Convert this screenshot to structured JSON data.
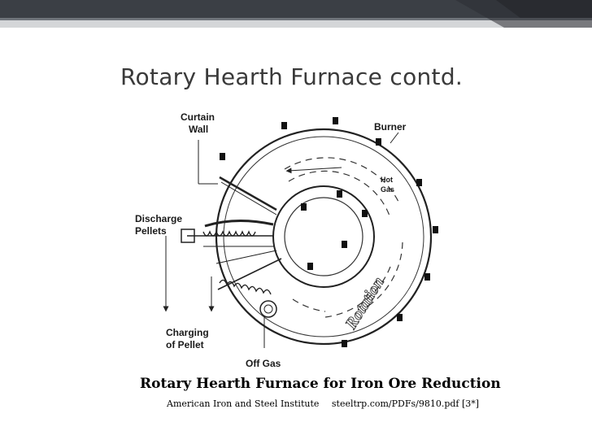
{
  "slide": {
    "title": "Rotary Hearth Furnace contd."
  },
  "figure": {
    "labels": {
      "curtain_wall_line1": "Curtain",
      "curtain_wall_line2": "Wall",
      "burner": "Burner",
      "hot_gas_line1": "Hot",
      "hot_gas_line2": "Gas",
      "discharge_line1": "Discharge",
      "discharge_line2": "Pellets",
      "charging_line1": "Charging",
      "charging_line2": "of Pellet",
      "off_gas": "Off Gas",
      "rotation": "Rotation"
    },
    "caption": "Rotary Hearth Furnace for Iron Ore Reduction",
    "credit_source": "American Iron and Steel Institute",
    "credit_url": "steeltrp.com/PDFs/9810.pdf  [3*]"
  },
  "colors": {
    "topbar_dark": "#3b3f45",
    "topbar_light": "#d4d6d8",
    "title_text": "#3a3a3a"
  }
}
